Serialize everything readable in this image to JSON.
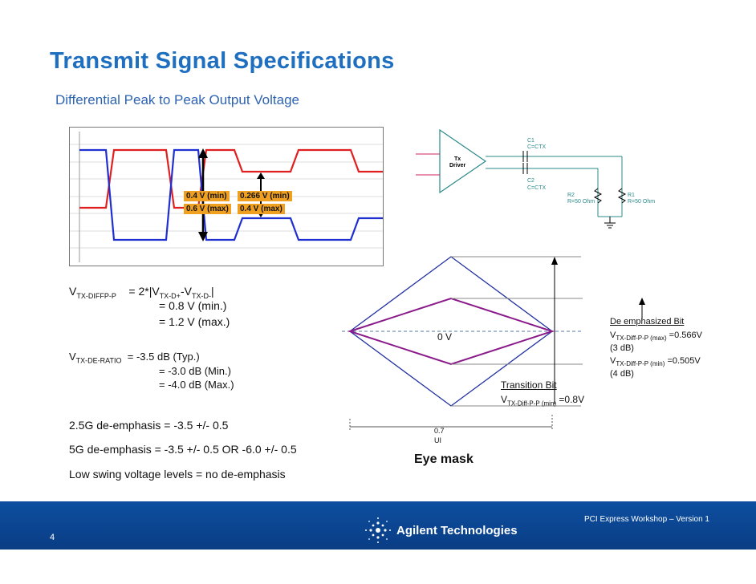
{
  "title": "Transmit Signal Specifications",
  "subtitle": "Differential Peak to Peak Output Voltage",
  "scope": {
    "label_1a": "0.4 V (min)",
    "label_1b": "0.6 V (max)",
    "label_2a": "0.266 V (min)",
    "label_2b": "0.4 V (max)"
  },
  "schematic": {
    "tx_driver": "Tx\nDriver",
    "c1": "C1\nC=CTX",
    "c2": "C2\nC=CTX",
    "r1": "R1\nR=50 Ohm",
    "r2": "R2\nR=50 Ohm"
  },
  "specs": {
    "vdiff_prefix": "V",
    "vdiff_sub": "TX-DIFFP-P",
    "vdiff_eq": "=  2*|V",
    "vdiff_sub2": "TX-D+",
    "vdiff_mid": "-V",
    "vdiff_sub3": "TX-D-",
    "vdiff_end": "|",
    "vdiff_min": "= 0.8 V (min.)",
    "vdiff_max": "= 1.2 V (max.)",
    "vde_prefix": "V",
    "vde_sub": "TX-DE-RATIO",
    "vde_typ": "= -3.5 dB (Typ.)",
    "vde_min": "= -3.0 dB (Min.)",
    "vde_max": "= -4.0 dB (Max.)",
    "line1": "2.5G de-emphasis = -3.5 +/- 0.5",
    "line2": "5G de-emphasis = -3.5 +/- 0.5 OR -6.0 +/- 0.5",
    "line3": "Low swing voltage levels = no de-emphasis"
  },
  "eye": {
    "zero_label": "0 V",
    "ui_label_1": "0.7",
    "ui_label_2": "UI",
    "caption": "Eye mask",
    "transition_title": "Transition Bit",
    "transition_v": "V",
    "transition_sub": "TX-Diff-P-P (min)",
    "transition_val": "=0.8V",
    "deemph_title": "De emphasized Bit",
    "deemph_v1": "V",
    "deemph_sub1": "TX-Diff-P-P (max)",
    "deemph_val1": "=0.566V",
    "deemph_db1": "(3 dB)",
    "deemph_v2": "V",
    "deemph_sub2": "TX-Diff-P-P (min)",
    "deemph_val2": "=0.505V",
    "deemph_db2": "(4 dB)"
  },
  "footer": {
    "workshop": "PCI Express Workshop – Version 1",
    "logo": "Agilent Technologies",
    "page": "4"
  },
  "colors": {
    "title": "#1f6fc0",
    "red_trace": "#e02020",
    "blue_trace": "#2030d0",
    "purple_eye": "#8a1a8a",
    "footer": "#0d4fa0",
    "label_box": "#f0a020"
  }
}
